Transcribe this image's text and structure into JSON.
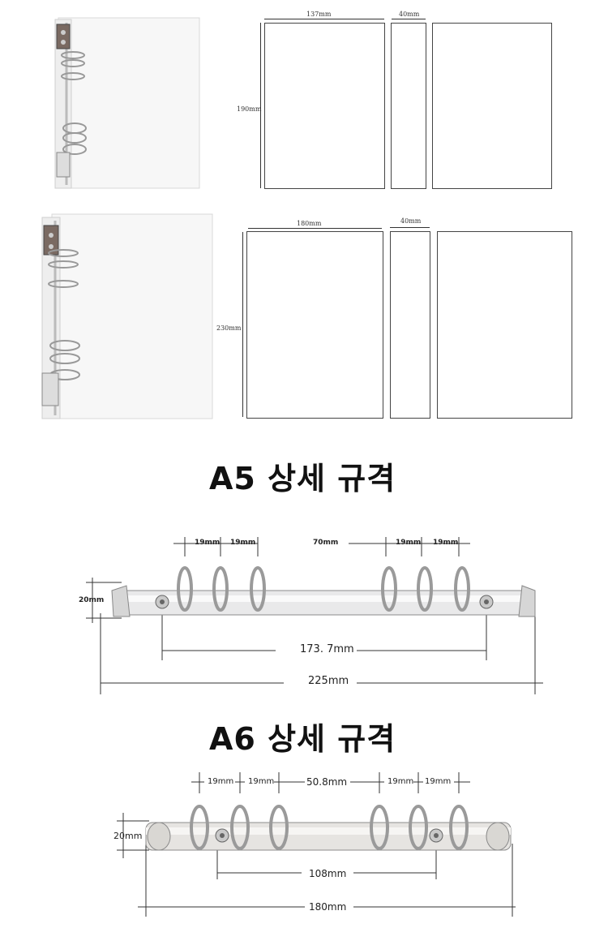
{
  "a5_cover": {
    "width_label": "137mm",
    "spine_label": "40mm",
    "height_label": "190mm"
  },
  "a4_cover": {
    "width_label": "180mm",
    "spine_label": "40mm",
    "height_label": "230mm"
  },
  "a5_heading": "A5 상세 규격",
  "a5_ring": {
    "gap1": "19mm",
    "gap2": "19mm",
    "middle": "70mm",
    "gap3": "19mm",
    "gap4": "19mm",
    "height": "20mm",
    "hole_span": "173. 7mm",
    "total_length": "225mm"
  },
  "a6_heading": "A6 상세 규격",
  "a6_ring": {
    "gap1": "19mm",
    "gap2": "19mm",
    "middle": "50.8mm",
    "gap3": "19mm",
    "gap4": "19mm",
    "height": "20mm",
    "hole_span": "108mm",
    "total_length": "180mm"
  }
}
